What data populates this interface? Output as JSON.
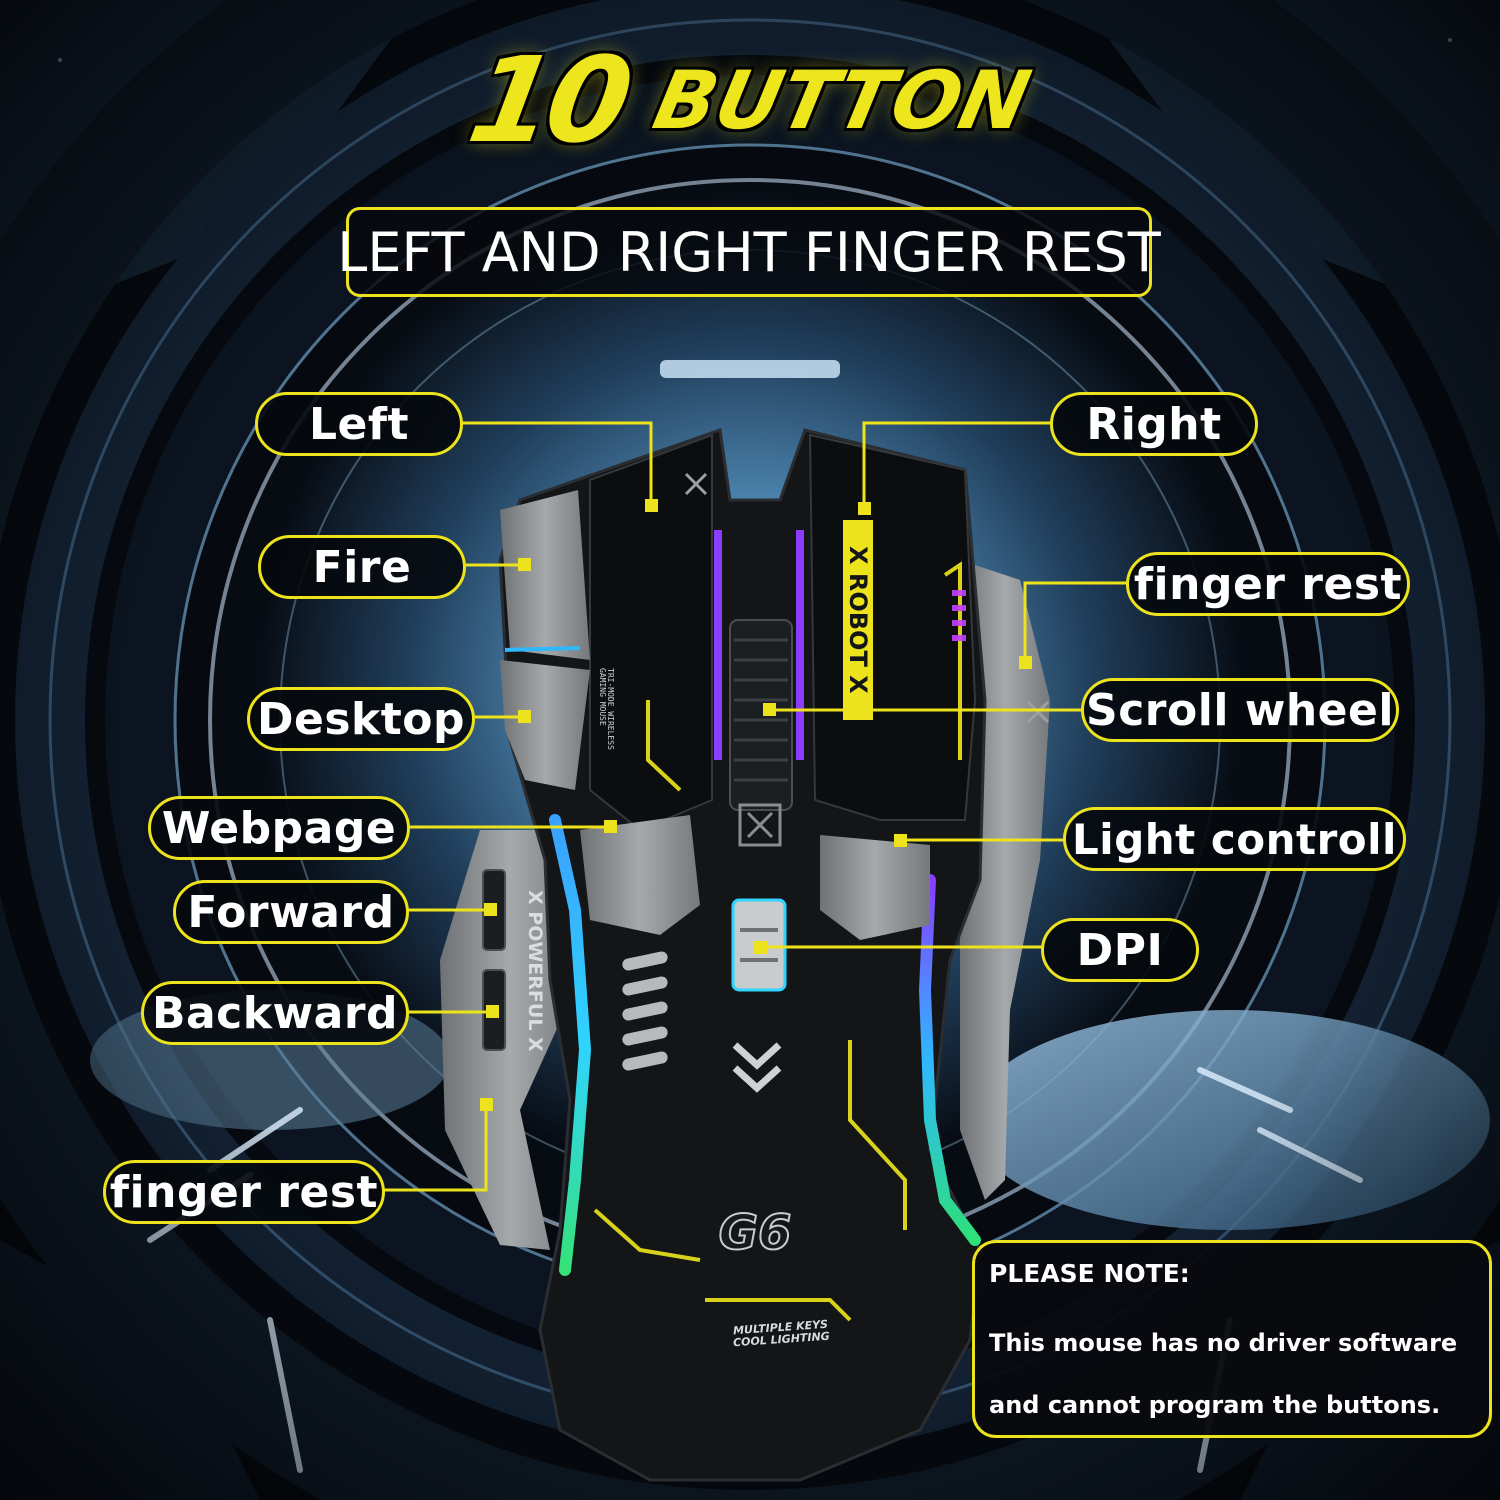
{
  "title": {
    "number": "10",
    "word": "BUTTON"
  },
  "subtitle": "LEFT AND RIGHT FINGER REST",
  "labels": {
    "left": "Left",
    "fire": "Fire",
    "desktop": "Desktop",
    "webpage": "Webpage",
    "forward": "Forward",
    "backward": "Backward",
    "finger_rest_left": "finger rest",
    "right": "Right",
    "finger_rest_right": "finger rest",
    "scroll_wheel": "Scroll wheel",
    "light_control": "Light controll",
    "dpi": "DPI"
  },
  "note": {
    "heading": "PLEASE NOTE:",
    "lines": [
      "This mouse has no driver software",
      "and cannot program the buttons."
    ]
  },
  "mouse_print": {
    "left_button_text": "TRI-MODE WIRELESS GAMING MOUSE",
    "right_button_text": "X ROBOT X",
    "side_text": "X POWERFUL X",
    "model": "G6",
    "slogan_1": "MULTIPLE KEYS",
    "slogan_2": "COOL LIGHTING"
  },
  "colors": {
    "accent": "#ece31d",
    "label_text": "#ffffff",
    "background": "#05080d",
    "mouse_body": "#131517",
    "mouse_grey": "#8a8c8e",
    "rgb_blue": "#2fb8ff",
    "rgb_purple": "#8a3cff",
    "rgb_green": "#2de07a"
  }
}
